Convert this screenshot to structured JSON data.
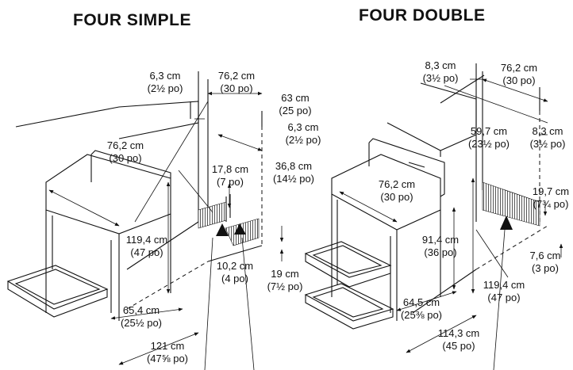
{
  "titles": {
    "simple": "FOUR SIMPLE",
    "double": "FOUR DOUBLE"
  },
  "simple": [
    {
      "id": "s1",
      "cm": "6,3 cm",
      "po": "(2½ po)"
    },
    {
      "id": "s2",
      "cm": "76,2 cm",
      "po": "(30 po)"
    },
    {
      "id": "s3",
      "cm": "63 cm",
      "po": "(25 po)"
    },
    {
      "id": "s4",
      "cm": "6,3 cm",
      "po": "(2½ po)"
    },
    {
      "id": "s5",
      "cm": "76,2 cm",
      "po": "(30 po)"
    },
    {
      "id": "s6",
      "cm": "17,8 cm",
      "po": "(7 po)"
    },
    {
      "id": "s7",
      "cm": "36,8 cm",
      "po": "(14½ po)"
    },
    {
      "id": "s8",
      "cm": "119,4 cm",
      "po": "(47 po)"
    },
    {
      "id": "s9",
      "cm": "10,2 cm",
      "po": "(4 po)"
    },
    {
      "id": "s10",
      "cm": "19 cm",
      "po": "(7½ po)"
    },
    {
      "id": "s11",
      "cm": "65,4 cm",
      "po": "(25½ po)"
    },
    {
      "id": "s12",
      "cm": "121 cm",
      "po": "(47⅝ po)"
    }
  ],
  "double": [
    {
      "id": "d1",
      "cm": "8,3 cm",
      "po": "(3½ po)"
    },
    {
      "id": "d2",
      "cm": "76,2 cm",
      "po": "(30 po)"
    },
    {
      "id": "d3",
      "cm": "59,7 cm",
      "po": "(23½ po)"
    },
    {
      "id": "d4",
      "cm": "8,3 cm",
      "po": "(3½ po)"
    },
    {
      "id": "d5",
      "cm": "76,2 cm",
      "po": "(30 po)"
    },
    {
      "id": "d6",
      "cm": "19,7 cm",
      "po": "(7¾ po)"
    },
    {
      "id": "d7",
      "cm": "91,4 cm",
      "po": "(36 po)"
    },
    {
      "id": "d8",
      "cm": "7,6 cm",
      "po": "(3 po)"
    },
    {
      "id": "d9",
      "cm": "119,4 cm",
      "po": "(47 po)"
    },
    {
      "id": "d10",
      "cm": "64,5 cm",
      "po": "(25⅜ po)"
    },
    {
      "id": "d11",
      "cm": "114,3 cm",
      "po": "(45 po)"
    }
  ]
}
